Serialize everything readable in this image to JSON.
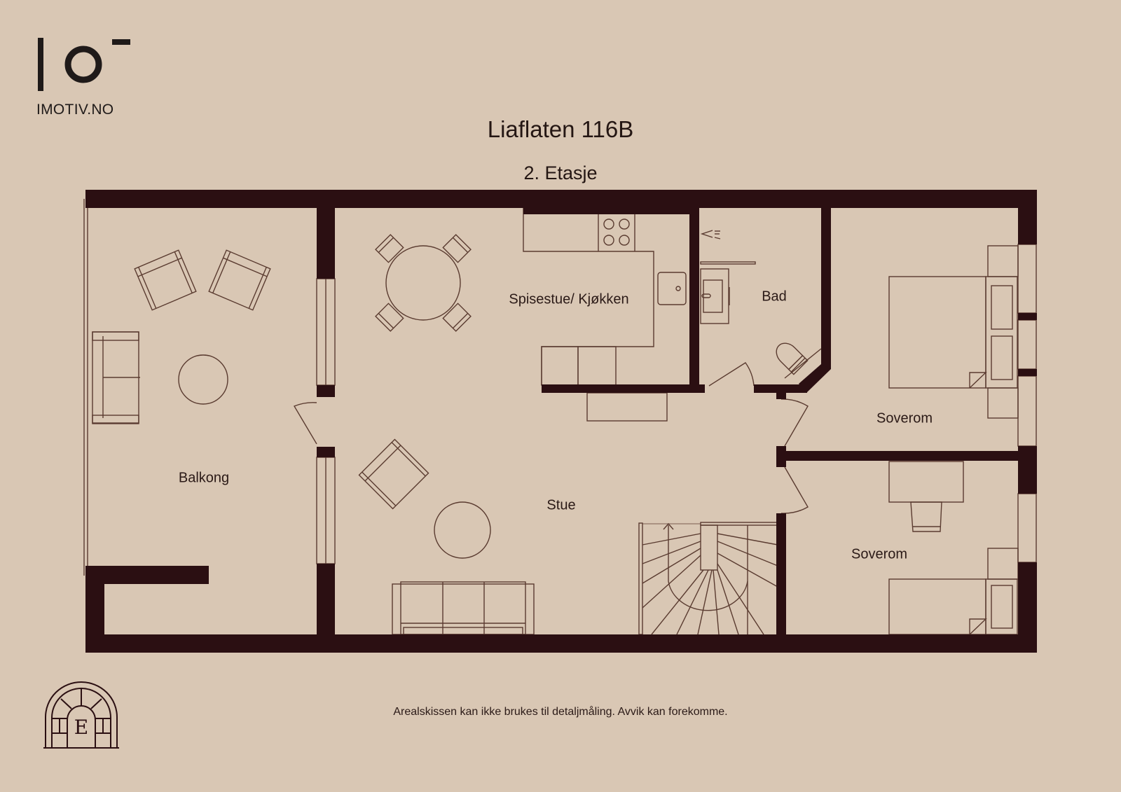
{
  "brand": {
    "logo_icon": "imotiv-logo-icon",
    "name": "IMOTIV.NO"
  },
  "header": {
    "title": "Liaflaten 116B",
    "floor": "2. Etasje"
  },
  "rooms": [
    {
      "id": "balkong",
      "label": "Balkong"
    },
    {
      "id": "spisestue-kjokken",
      "label": "Spisestue/ Kjøkken"
    },
    {
      "id": "bad",
      "label": "Bad"
    },
    {
      "id": "soverom-1",
      "label": "Soverom"
    },
    {
      "id": "soverom-2",
      "label": "Soverom"
    },
    {
      "id": "stue",
      "label": "Stue"
    }
  ],
  "footer": {
    "disclaimer": "Arealskissen kan ikke brukes til detaljmåling. Avvik kan forekomme.",
    "emblem_letter": "E",
    "emblem_icon": "arched-window-emblem-icon"
  },
  "colors": {
    "background": "#d9c7b4",
    "wall": "#2b0f12",
    "line": "#5a3b30",
    "text": "#2b1a17"
  }
}
